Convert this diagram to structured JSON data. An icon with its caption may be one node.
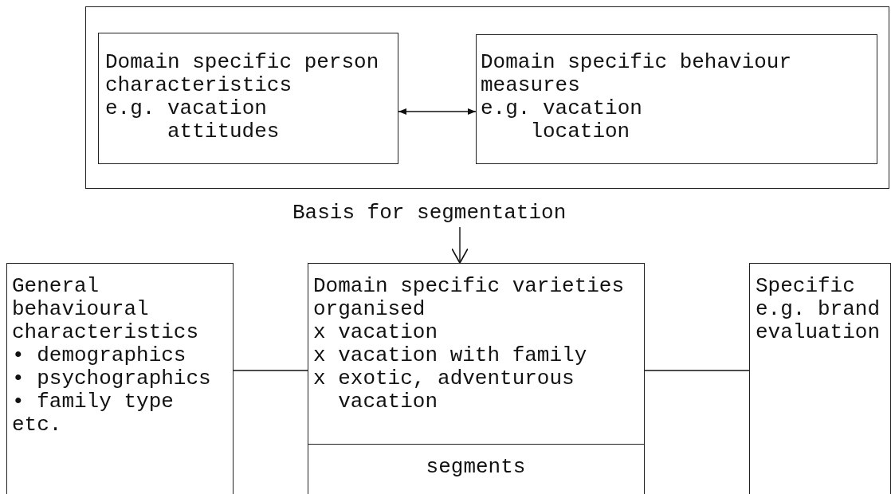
{
  "diagram": {
    "nodes": [
      {
        "text": [],
        "shape": "box"
      },
      {
        "text": [
          "Domain specific person characteristics",
          "e.g. vacation attitudes"
        ],
        "in": 0
      },
      {
        "text": [
          "Domain specific behaviour measures",
          "e.g. vacation location"
        ],
        "in": 0
      },
      {
        "text": [
          "Basis for segmentation"
        ]
      },
      {
        "text": [
          "Domain specific varieties organised",
          "x vacation",
          "x vacation with family",
          "x exotic, adventurous vacation"
        ]
      },
      {
        "text": [
          "segments"
        ],
        "in": 4
      },
      {
        "text": [
          "General behavioural characteristics",
          "• demographics",
          "• psychographics",
          "• family type",
          "etc."
        ]
      },
      {
        "text": [
          "Specific e.g. brand evaluation"
        ]
      }
    ],
    "edges": [
      {
        "from": 1,
        "to": 2,
        "arrow": "both"
      },
      {
        "from": 3,
        "to": 4,
        "arrow": "to"
      },
      {
        "from": 6,
        "to": 4,
        "arrow": "none"
      },
      {
        "from": 4,
        "to": 7,
        "arrow": "none"
      }
    ]
  }
}
